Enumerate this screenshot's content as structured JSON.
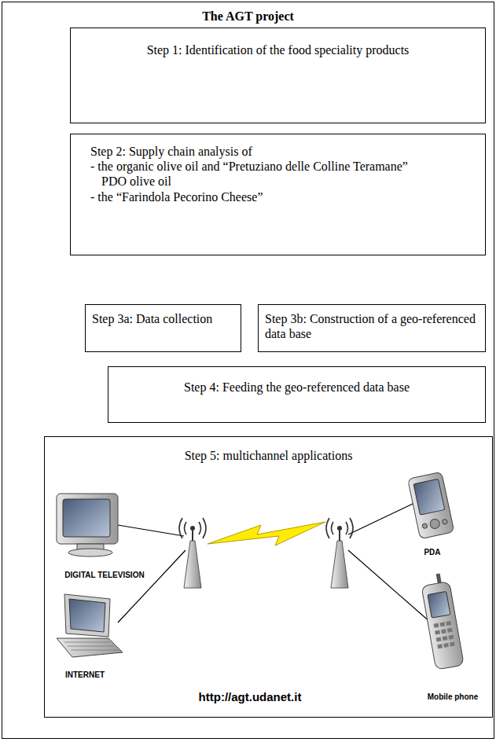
{
  "diagram": {
    "nodes": [
      {
        "text": [
          "The AGT project"
        ]
      },
      {
        "text": [
          "Step 1: Identification of the food speciality products"
        ],
        "in": 0
      },
      {
        "text": [
          "Step 2: Supply chain analysis of",
          "- the organic olive oil and “Pretuziano delle Colline Teramane” PDO olive oil",
          "- the “Farindola Pecorino Cheese”"
        ],
        "in": 0
      },
      {
        "text": [
          "Step 3a: Data collection"
        ],
        "in": 0
      },
      {
        "text": [
          "Step 3b: Construction of a geo-referenced data base"
        ],
        "in": 0
      },
      {
        "text": [
          "Step 4: Feeding the geo-referenced data base"
        ],
        "in": 0
      },
      {
        "text": [
          "Step 5: multichannel applications"
        ],
        "in": 0
      }
    ],
    "labels": [
      "DIGITAL TELEVISION",
      "INTERNET",
      "PDA",
      "Mobile phone",
      "http://agt.udanet.it"
    ]
  }
}
